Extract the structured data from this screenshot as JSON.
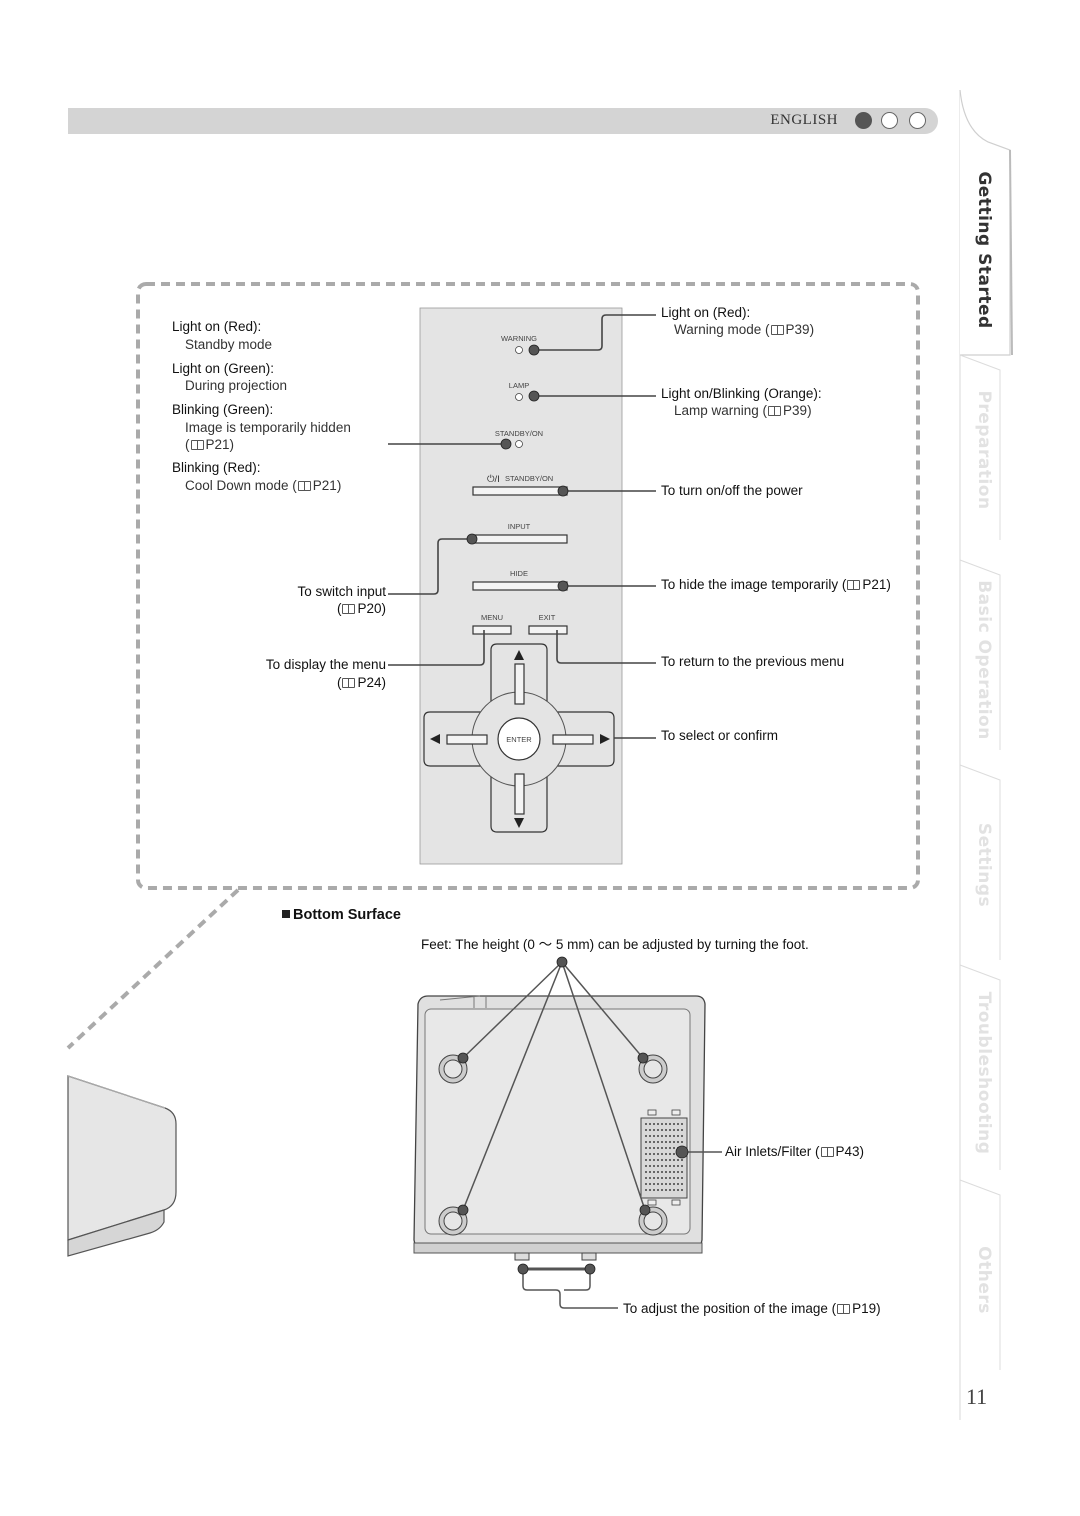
{
  "header": {
    "language": "ENGLISH",
    "indicator_dots": [
      "filled",
      "empty",
      "empty"
    ]
  },
  "side_tabs": [
    {
      "label": "Getting Started",
      "active": true
    },
    {
      "label": "Preparation",
      "active": false
    },
    {
      "label": "Basic Operation",
      "active": false
    },
    {
      "label": "Settings",
      "active": false
    },
    {
      "label": "Troubleshooting",
      "active": false
    },
    {
      "label": "Others",
      "active": false
    }
  ],
  "page_number": "11",
  "control_panel": {
    "panel_labels": {
      "warning": "WARNING",
      "lamp": "LAMP",
      "standby_on_indicator": "STANDBY/ON",
      "standby_on_button": "STANDBY/ON",
      "power_symbol": "⏻/I",
      "input": "INPUT",
      "hide": "HIDE",
      "menu": "MENU",
      "exit": "EXIT",
      "enter": "ENTER"
    },
    "standby_indicator": {
      "light_red": "Light on (Red):",
      "light_red_desc": "Standby mode",
      "light_green": "Light on (Green):",
      "light_green_desc": "During projection",
      "blink_green": "Blinking (Green):",
      "blink_green_desc": "Image is temporarily hidden",
      "blink_green_ref": "P21",
      "blink_red": "Blinking (Red):",
      "blink_red_desc": "Cool Down mode (",
      "blink_red_ref": "P21"
    },
    "warning_indicator": {
      "title": "Light on (Red):",
      "desc": "Warning mode (",
      "ref": "P39"
    },
    "lamp_indicator": {
      "title": "Light on/Blinking (Orange):",
      "desc": "Lamp warning (",
      "ref": "P39"
    },
    "power_button": {
      "desc": "To turn on/off the power"
    },
    "input_button": {
      "desc": "To switch input",
      "ref": "P20"
    },
    "hide_button": {
      "desc": "To hide the image temporarily (",
      "ref": "P21"
    },
    "menu_button": {
      "desc": "To display the menu",
      "ref": "P24"
    },
    "exit_button": {
      "desc": "To return to the previous menu"
    },
    "dpad": {
      "desc": "To select or confirm"
    }
  },
  "bottom_surface": {
    "title": "Bottom Surface",
    "feet_note": "Feet: The height (0 ～ 5 mm) can be adjusted by turning the foot.",
    "air_inlets": "Air Inlets/Filter (",
    "air_inlets_ref": "P43",
    "adjust_position": "To adjust the position of the image (",
    "adjust_position_ref": "P19"
  }
}
